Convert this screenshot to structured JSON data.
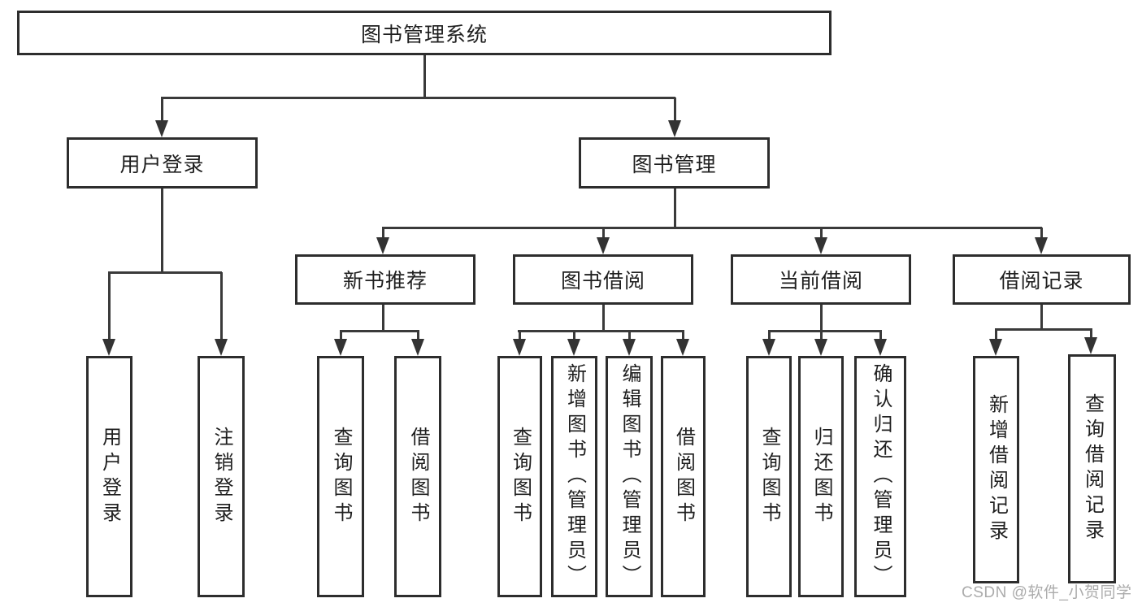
{
  "colors": {
    "background": "#ffffff",
    "line": "#3a3a3a",
    "box_border": "#2d2d2d",
    "box_fill": "#ffffff",
    "text": "#1f1f1f",
    "watermark": "#ababab"
  },
  "watermark": {
    "text": "CSDN @软件_小贺同学"
  },
  "diagram": {
    "title": "图书管理系统",
    "nodes": [
      {
        "id": "root",
        "label": "图书管理系统",
        "level": 0,
        "parent": null
      },
      {
        "id": "user-login",
        "label": "用户登录",
        "level": 1,
        "parent": "root"
      },
      {
        "id": "book-management",
        "label": "图书管理",
        "level": 1,
        "parent": "root"
      },
      {
        "id": "new-book-recommend",
        "label": "新书推荐",
        "level": 2,
        "parent": "book-management"
      },
      {
        "id": "book-borrowing",
        "label": "图书借阅",
        "level": 2,
        "parent": "book-management"
      },
      {
        "id": "current-borrowing",
        "label": "当前借阅",
        "level": 2,
        "parent": "book-management"
      },
      {
        "id": "borrowing-records",
        "label": "借阅记录",
        "level": 2,
        "parent": "book-management"
      },
      {
        "id": "leaf-user-login",
        "label": "用户登录",
        "level": 3,
        "parent": "user-login"
      },
      {
        "id": "leaf-logout",
        "label": "注销登录",
        "level": 3,
        "parent": "user-login"
      },
      {
        "id": "leaf-query-books-1",
        "label": "查询图书",
        "level": 3,
        "parent": "new-book-recommend"
      },
      {
        "id": "leaf-borrow-books-1",
        "label": "借阅图书",
        "level": 3,
        "parent": "new-book-recommend"
      },
      {
        "id": "leaf-query-books-2",
        "label": "查询图书",
        "level": 3,
        "parent": "book-borrowing"
      },
      {
        "id": "leaf-add-books",
        "label": "新增图书（管理员）",
        "level": 3,
        "parent": "book-borrowing"
      },
      {
        "id": "leaf-edit-books",
        "label": "编辑图书（管理员）",
        "level": 3,
        "parent": "book-borrowing"
      },
      {
        "id": "leaf-borrow-books-2",
        "label": "借阅图书",
        "level": 3,
        "parent": "book-borrowing"
      },
      {
        "id": "leaf-query-books-3",
        "label": "查询图书",
        "level": 3,
        "parent": "current-borrowing"
      },
      {
        "id": "leaf-return-books",
        "label": "归还图书",
        "level": 3,
        "parent": "current-borrowing"
      },
      {
        "id": "leaf-confirm-return",
        "label": "确认归还（管理员）",
        "level": 3,
        "parent": "current-borrowing"
      },
      {
        "id": "leaf-add-borrow-record",
        "label": "新增借阅记录",
        "level": 3,
        "parent": "borrowing-records"
      },
      {
        "id": "leaf-query-borrow-record",
        "label": "查询借阅记录",
        "level": 3,
        "parent": "borrowing-records"
      }
    ]
  }
}
